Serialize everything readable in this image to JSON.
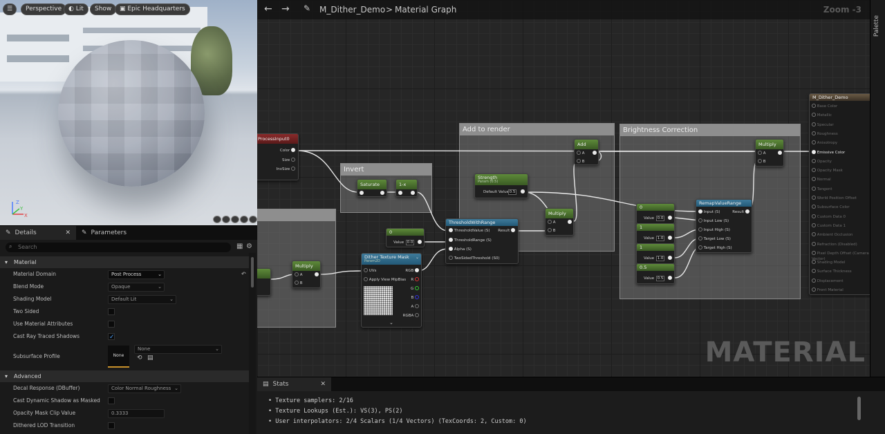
{
  "viewport": {
    "buttons": [
      "Perspective",
      "Lit",
      "Show",
      "Epic Headquarters"
    ],
    "axis": {
      "x": "X",
      "y": "Y",
      "z": "Z"
    }
  },
  "details": {
    "tabs": [
      {
        "label": "Details"
      },
      {
        "label": "Parameters"
      }
    ],
    "search_placeholder": "Search",
    "sections": [
      {
        "title": "Material",
        "rows": [
          {
            "label": "Material Domain",
            "value": "Post Process",
            "kind": "dropdown"
          },
          {
            "label": "Blend Mode",
            "value": "Opaque",
            "kind": "dropdown"
          },
          {
            "label": "Shading Model",
            "value": "Default Lit",
            "kind": "dropdown"
          },
          {
            "label": "Two Sided",
            "checked": false,
            "kind": "check"
          },
          {
            "label": "Use Material Attributes",
            "checked": false,
            "kind": "check"
          },
          {
            "label": "Cast Ray Traced Shadows",
            "checked": true,
            "kind": "check"
          },
          {
            "label": "Subsurface Profile",
            "value": "None",
            "thumb": "None",
            "kind": "asset"
          }
        ]
      },
      {
        "title": "Advanced",
        "rows": [
          {
            "label": "Decal Response (DBuffer)",
            "value": "Color Normal Roughness",
            "kind": "dropdown"
          },
          {
            "label": "Cast Dynamic Shadow as Masked",
            "checked": false,
            "kind": "check"
          },
          {
            "label": "Opacity Mask Clip Value",
            "value": "0.3333",
            "kind": "number"
          },
          {
            "label": "Dithered LOD Transition",
            "checked": false,
            "kind": "check"
          }
        ]
      }
    ]
  },
  "graph": {
    "breadcrumb": {
      "asset": "M_Dither_Demo",
      "separator": ">",
      "page": "Material Graph"
    },
    "zoom": "Zoom -3",
    "watermark": "MATERIAL",
    "comments": [
      "Invert",
      "Add to render",
      "Brightness Correction"
    ],
    "nodes": {
      "scenetex": {
        "title": "ProcessInput0",
        "pins": [
          "Color",
          "Size",
          "InvSize"
        ]
      },
      "saturate": {
        "title": "Saturate"
      },
      "oneminus": {
        "title": "1-x"
      },
      "add": {
        "title": "Add",
        "pins": [
          "A",
          "B"
        ]
      },
      "multiply_top": {
        "title": "Multiply",
        "pins": [
          "A",
          "B"
        ]
      },
      "strength": {
        "title": "Strength",
        "subtitle": "Param (0.5)",
        "pin": "Default Value",
        "value": "0.5"
      },
      "multiply_mid": {
        "title": "Multiply",
        "pins": [
          "A",
          "B"
        ]
      },
      "multiply_left": {
        "title": "Multiply",
        "pins": [
          "A",
          "B"
        ]
      },
      "const0": {
        "title": "0",
        "pin": "Value",
        "value": "0.0"
      },
      "threshold": {
        "title": "ThresholdWithRange",
        "pins": [
          "ThresholdValue (S)",
          "ThresholdRange (S)",
          "Alpha (S)",
          "TwoSidedThreshold (S0)"
        ],
        "out": "Result"
      },
      "dither": {
        "title": "Dither Texture Mask",
        "subtitle": "Param2D",
        "pins": [
          "UVs",
          "Apply View MipBias"
        ],
        "outs": [
          "RGB",
          "R",
          "G",
          "B",
          "A",
          "RGBA"
        ]
      },
      "remap": {
        "title": "RemapValueRange",
        "pins": [
          "Input (S)",
          "Input Low (S)",
          "Input High (S)",
          "Target Low (S)",
          "Target High (S)"
        ],
        "out": "Result"
      },
      "c_a": {
        "title": "0",
        "pin": "Value",
        "value": "0.0"
      },
      "c_b": {
        "title": "1",
        "pin": "Value",
        "value": "1.0"
      },
      "c_c": {
        "title": "1",
        "pin": "Value",
        "value": "1.0"
      },
      "c_d": {
        "title": "0.5",
        "pin": "Value",
        "value": "0.5"
      },
      "output": {
        "title": "M_Dither_Demo",
        "pins": [
          "Base Color",
          "Metallic",
          "Specular",
          "Roughness",
          "Anisotropy",
          "Emissive Color",
          "Opacity",
          "Opacity Mask",
          "Normal",
          "Tangent",
          "World Position Offset",
          "Subsurface Color",
          "Custom Data 0",
          "Custom Data 1",
          "Ambient Occlusion",
          "Refraction (Disabled)",
          "Pixel Depth Offset (Camera Vector)",
          "Shading Model",
          "Surface Thickness",
          "Displacement",
          "Front Material"
        ]
      }
    }
  },
  "stats": {
    "tab": "Stats",
    "lines": [
      "Texture samplers: 2/16",
      "Texture Lookups (Est.): VS(3), PS(2)",
      "User interpolators: 2/4 Scalars (1/4 Vectors) (TexCoords: 2, Custom: 0)"
    ]
  },
  "palette": {
    "label": "Palette"
  }
}
